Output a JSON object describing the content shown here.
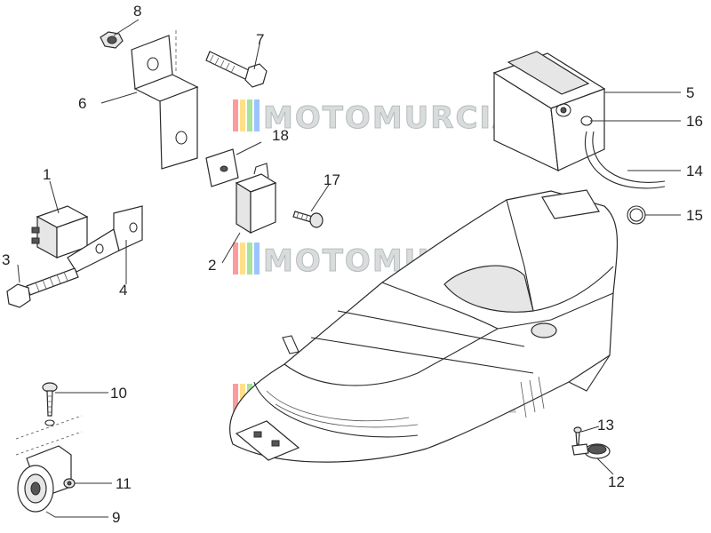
{
  "watermark": {
    "text": "MOTOMURCIA",
    "stripe_colors": [
      "#ff6b6b",
      "#ffd24d",
      "#7fd36b",
      "#6ba8ff"
    ]
  },
  "callouts": {
    "c1": "1",
    "c2": "2",
    "c3": "3",
    "c4": "4",
    "c5": "5",
    "c6": "6",
    "c7": "7",
    "c8": "8",
    "c9": "9",
    "c10": "10",
    "c11": "11",
    "c12": "12",
    "c13": "13",
    "c14": "14",
    "c15": "15",
    "c16": "16",
    "c17": "17",
    "c18": "18"
  }
}
